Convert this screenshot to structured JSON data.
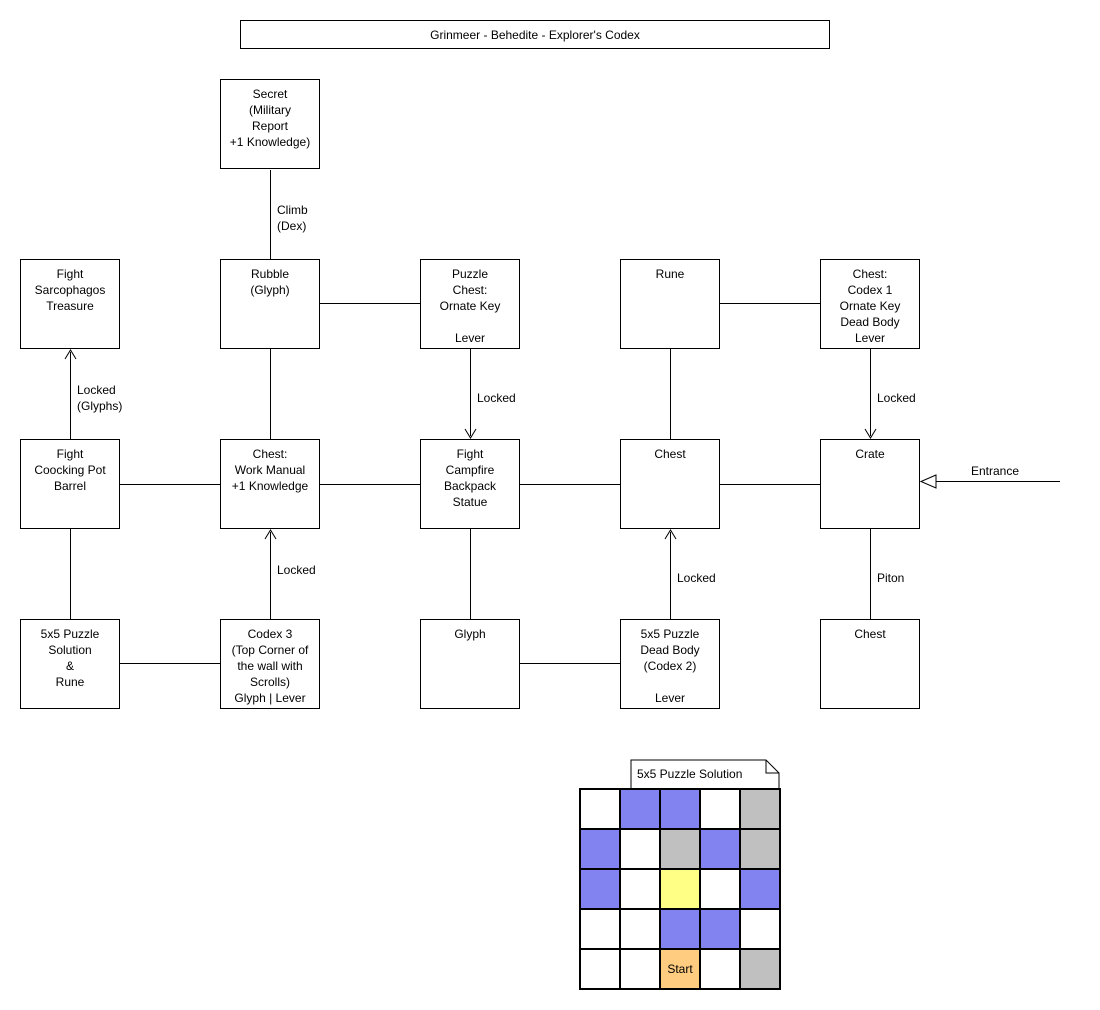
{
  "title": "Grinmeer - Behedite - Explorer's Codex",
  "nodes": {
    "secret": "Secret\n(Military\nReport\n+1 Knowledge)",
    "fight_sarcophagos": "Fight\nSarcophagos\nTreasure",
    "rubble": "Rubble\n(Glyph)",
    "puzzle_chest": "Puzzle\nChest:\nOrnate Key\n\nLever",
    "rune": "Rune",
    "chest_codex1": "Chest:\nCodex 1\nOrnate Key\nDead Body\nLever",
    "fight_coocking_pot": "Fight\nCoocking Pot\nBarrel",
    "chest_work_manual": "Chest:\nWork Manual\n+1 Knowledge",
    "fight_campfire": "Fight\nCampfire\nBackpack\nStatue",
    "chest_center": "Chest",
    "crate": "Crate",
    "puzzle_solution_rune": "5x5 Puzzle\nSolution\n&\nRune",
    "codex3": "Codex 3\n(Top Corner of\nthe wall with\nScrolls)\nGlyph | Lever",
    "glyph": "Glyph",
    "puzzle_dead_body": "5x5 Puzzle\nDead Body\n(Codex 2)\n\nLever",
    "chest_bottom": "Chest"
  },
  "edge_labels": {
    "climb": "Climb\n(Dex)",
    "locked_glyphs": "Locked\n(Glyphs)",
    "locked_puzzle_chest": "Locked",
    "locked_codex1": "Locked",
    "locked_codex3": "Locked",
    "locked_puzzle_db": "Locked",
    "piton": "Piton",
    "entrance": "Entrance"
  },
  "puzzle": {
    "note_title": "5x5 Puzzle Solution",
    "colors": {
      "white": "#ffffff",
      "blue": "#8282f0",
      "gray": "#c0c0c0",
      "yellow": "#ffff85",
      "orange": "#ffcc80"
    },
    "grid": [
      [
        "white",
        "blue",
        "blue",
        "white",
        "gray"
      ],
      [
        "blue",
        "white",
        "gray",
        "blue",
        "gray"
      ],
      [
        "blue",
        "white",
        "yellow",
        "white",
        "blue"
      ],
      [
        "white",
        "white",
        "blue",
        "blue",
        "white"
      ],
      [
        "white",
        "white",
        "orange",
        "white",
        "gray"
      ]
    ],
    "start": {
      "row": 4,
      "col": 2,
      "label": "Start"
    }
  }
}
